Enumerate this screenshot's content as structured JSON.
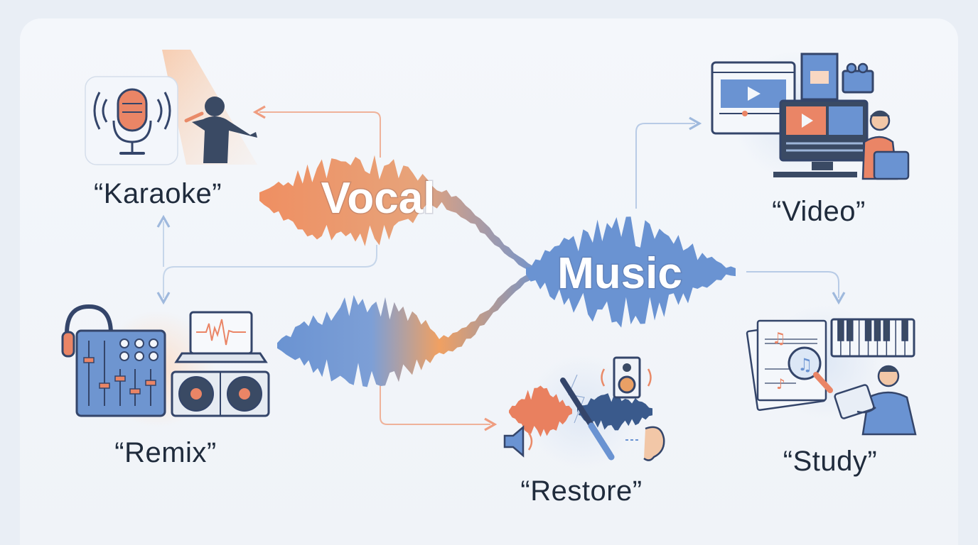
{
  "colors": {
    "vocal": "#e9805f",
    "music": "#6a93d2",
    "blend": "#f0a062",
    "line": "#b9cde6",
    "ink": "#1f2b3c",
    "bg": "#e9eef5"
  },
  "center": {
    "vocal_label": "Vocal",
    "music_label": "Music"
  },
  "outputs": [
    {
      "key": "karaoke",
      "label": "“Karaoke”",
      "icon": "microphone-icon"
    },
    {
      "key": "remix",
      "label": "“Remix”",
      "icon": "dj-mixer-icon"
    },
    {
      "key": "restore",
      "label": "“Restore”",
      "icon": "audio-repair-icon"
    },
    {
      "key": "video",
      "label": "“Video”",
      "icon": "video-editing-icon"
    },
    {
      "key": "study",
      "label": "“Study”",
      "icon": "music-study-icon"
    }
  ]
}
